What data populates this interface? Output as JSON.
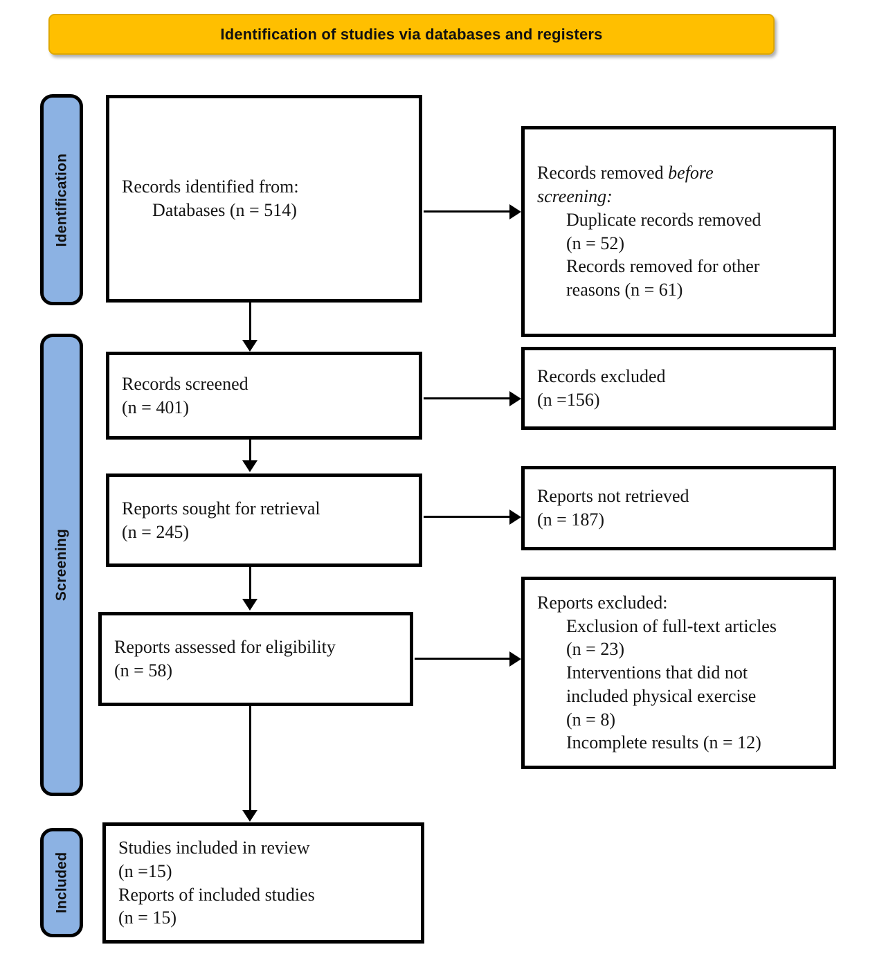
{
  "header": {
    "title": "Identification of studies via databases and registers",
    "background_color": "#FFBF00"
  },
  "stages": {
    "identification": "Identification",
    "screening": "Screening",
    "included": "Included",
    "bar_color": "#8CB2E3"
  },
  "boxes": {
    "identified": {
      "line1": "Records identified from:",
      "line2": "Databases (n = 514)"
    },
    "removed_before_screening": {
      "line1_a": "Records removed ",
      "line1_b": "before",
      "line2": "screening:",
      "line3": "Duplicate records removed",
      "line4": "(n = 52)",
      "line5": "Records removed for other",
      "line6": "reasons (n = 61)"
    },
    "screened": {
      "line1": "Records screened",
      "line2": "(n = 401)"
    },
    "records_excluded": {
      "line1": "Records excluded",
      "line2": "(n =156)"
    },
    "sought_for_retrieval": {
      "line1": "Reports sought for retrieval",
      "line2": "(n = 245)"
    },
    "not_retrieved": {
      "line1": "Reports not retrieved",
      "line2": "(n = 187)"
    },
    "assessed_for_eligibility": {
      "line1": "Reports assessed for eligibility",
      "line2": "(n = 58)"
    },
    "reports_excluded": {
      "line1": "Reports excluded:",
      "line2": "Exclusion of full-text articles",
      "line3": "(n = 23)",
      "line4": "Interventions that did not",
      "line5": "included physical exercise",
      "line6": "(n = 8)",
      "line7": "Incomplete results (n = 12)"
    },
    "included_studies": {
      "line1": "Studies included in review",
      "line2": "(n =15)",
      "line3": "Reports of included studies",
      "line4": "(n = 15)"
    }
  },
  "chart_data": {
    "type": "diagram",
    "title": "Identification of studies via databases and registers",
    "diagram_kind": "PRISMA flow diagram",
    "stages": [
      "Identification",
      "Screening",
      "Included"
    ],
    "nodes": [
      {
        "id": "identified",
        "stage": "Identification",
        "label": "Records identified from: Databases",
        "n": 514
      },
      {
        "id": "removed_before_screening",
        "stage": "Identification",
        "label": "Records removed before screening",
        "children": [
          {
            "label": "Duplicate records removed",
            "n": 52
          },
          {
            "label": "Records removed for other reasons",
            "n": 61
          }
        ]
      },
      {
        "id": "screened",
        "stage": "Screening",
        "label": "Records screened",
        "n": 401
      },
      {
        "id": "records_excluded",
        "stage": "Screening",
        "label": "Records excluded",
        "n": 156
      },
      {
        "id": "sought_for_retrieval",
        "stage": "Screening",
        "label": "Reports sought for retrieval",
        "n": 245
      },
      {
        "id": "not_retrieved",
        "stage": "Screening",
        "label": "Reports not retrieved",
        "n": 187
      },
      {
        "id": "assessed_for_eligibility",
        "stage": "Screening",
        "label": "Reports assessed for eligibility",
        "n": 58
      },
      {
        "id": "reports_excluded",
        "stage": "Screening",
        "label": "Reports excluded",
        "children": [
          {
            "label": "Exclusion of full-text articles",
            "n": 23
          },
          {
            "label": "Interventions that did not included physical exercise",
            "n": 8
          },
          {
            "label": "Incomplete results",
            "n": 12
          }
        ]
      },
      {
        "id": "included_studies",
        "stage": "Included",
        "label": "Studies included in review",
        "n": 15,
        "children": [
          {
            "label": "Reports of included studies",
            "n": 15
          }
        ]
      }
    ],
    "edges": [
      {
        "from": "identified",
        "to": "removed_before_screening",
        "direction": "right"
      },
      {
        "from": "identified",
        "to": "screened",
        "direction": "down"
      },
      {
        "from": "screened",
        "to": "records_excluded",
        "direction": "right"
      },
      {
        "from": "screened",
        "to": "sought_for_retrieval",
        "direction": "down"
      },
      {
        "from": "sought_for_retrieval",
        "to": "not_retrieved",
        "direction": "right"
      },
      {
        "from": "sought_for_retrieval",
        "to": "assessed_for_eligibility",
        "direction": "down"
      },
      {
        "from": "assessed_for_eligibility",
        "to": "reports_excluded",
        "direction": "right"
      },
      {
        "from": "assessed_for_eligibility",
        "to": "included_studies",
        "direction": "down"
      }
    ]
  }
}
